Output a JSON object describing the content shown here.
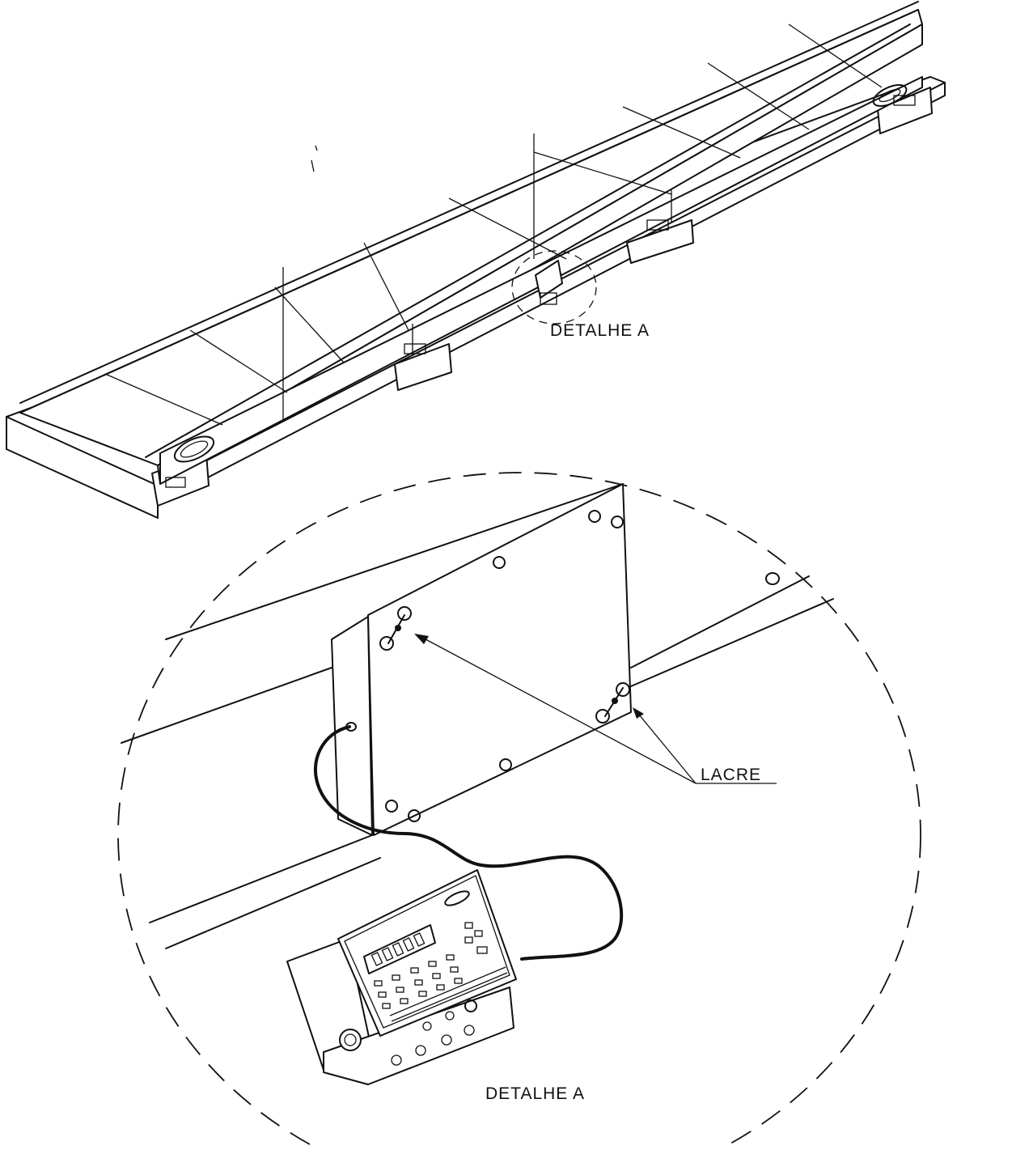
{
  "labels": {
    "detail_callout": "DETALHE A",
    "detail_title": "DETALHE A",
    "seal": "LACRE"
  },
  "colors": {
    "ink": "#111111",
    "paper": "#ffffff"
  }
}
